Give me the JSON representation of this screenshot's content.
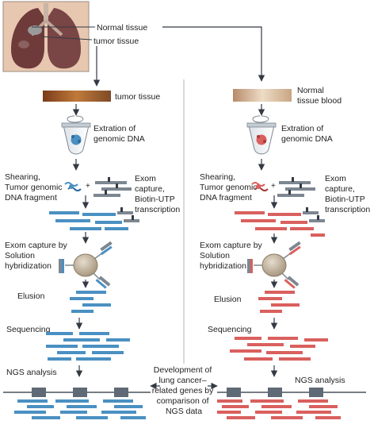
{
  "top_labels": {
    "normal_tissue": "Normal tissue",
    "tumor_tissue": "tumor tissue"
  },
  "left": {
    "sample_label": "tumor tissue",
    "extraction": [
      "Extration of",
      "genomic DNA"
    ],
    "shearing": [
      "Shearing,",
      "Tumor genomic",
      "DNA fragment"
    ],
    "capture": [
      "Exom",
      "capture,",
      "Biotin-UTP",
      "transcription"
    ],
    "hybridization": [
      "Exom capture by",
      "Solution",
      "hybridization"
    ],
    "elusion": "Elusion",
    "sequencing": "Sequencing",
    "ngs": "NGS analysis"
  },
  "right": {
    "sample_label": [
      "Normal",
      "tissue blood"
    ],
    "extraction": [
      "Extration of",
      "genomic DNA"
    ],
    "shearing": [
      "Shearing,",
      "Tumor genomic",
      "DNA fragment"
    ],
    "capture": [
      "Exom",
      "capture,",
      "Biotin-UTP",
      "transcription"
    ],
    "hybridization": [
      "Exom capture by",
      "Solution",
      "hybridization"
    ],
    "elusion": "Elusion",
    "sequencing": "Sequencing",
    "ngs": "NGS analysis"
  },
  "center": [
    "Development of",
    "lung cancer–",
    "related genes by",
    "comparison of",
    "NGS data"
  ],
  "colors": {
    "tumor_fragment": "#4a90c2",
    "normal_fragment": "#d9605e",
    "probe": "#7d8791",
    "arrow": "#333a44",
    "lung": "#6e3a3a",
    "tissue_band": "#a0522d"
  }
}
